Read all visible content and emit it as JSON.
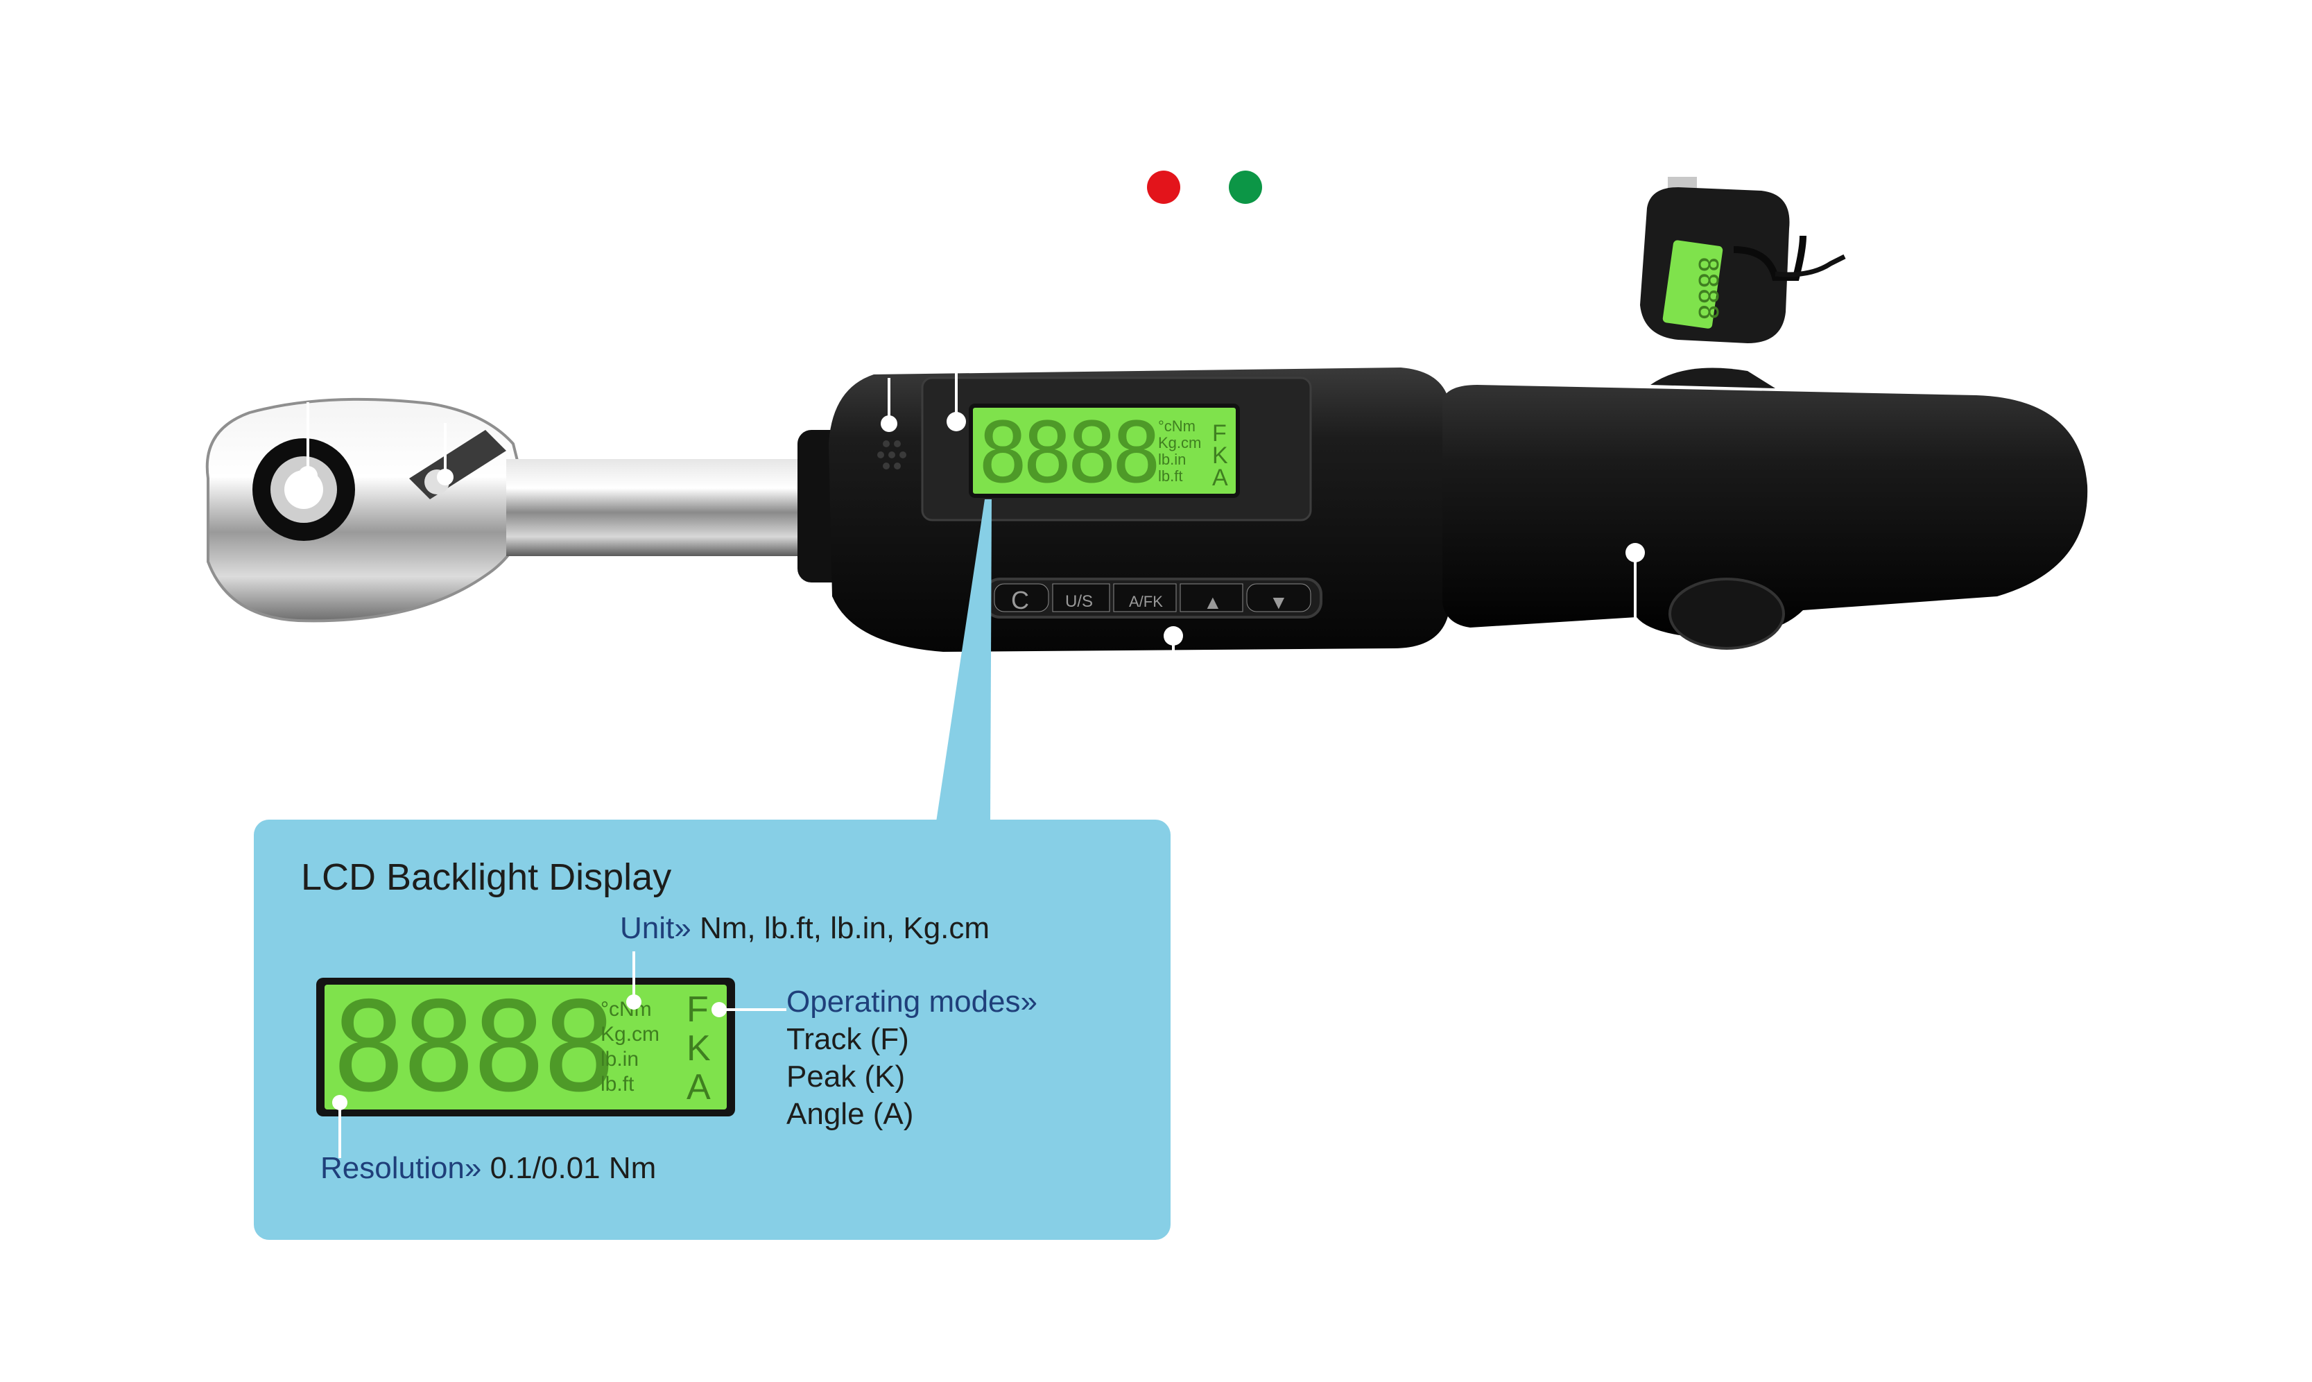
{
  "indicators": {
    "red": "#e3141b",
    "green": "#0c9646"
  },
  "tool_display": {
    "digits": "8888",
    "units": [
      "°cNm",
      "Kg.cm",
      "lb.in",
      "lb.ft"
    ],
    "modes": [
      "F",
      "K",
      "A"
    ]
  },
  "buttons": [
    "C",
    "U/S",
    "A/FK",
    "▲",
    "▼"
  ],
  "callout": {
    "title": "LCD Backlight Display",
    "lcd": {
      "digits": "8888",
      "units": [
        "°cNm",
        "Kg.cm",
        "lb.in",
        "lb.ft"
      ],
      "modes": [
        "F",
        "K",
        "A"
      ],
      "color": "#7fe24c"
    },
    "unit_label": "Unit»",
    "unit_value": "Nm, lb.ft, lb.in, Kg.cm",
    "modes_label": "Operating modes»",
    "modes": [
      "Track (F)",
      "Peak (K)",
      "Angle (A)"
    ],
    "resolution_label": "Resolution»",
    "resolution_value": "0.1/0.01 Nm",
    "color": "#87cfe6"
  }
}
